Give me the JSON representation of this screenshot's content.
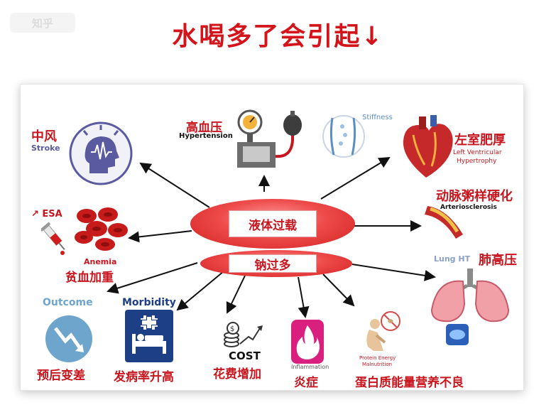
{
  "watermark": "知乎",
  "title": "水喝多了会引起↓",
  "center": {
    "fluid_overload": "液体过载",
    "sodium_excess": "钠过多"
  },
  "nodes": {
    "stroke": {
      "zh": "中风",
      "en": "Stroke"
    },
    "hypertension": {
      "zh": "高血压",
      "en": "Hypertension"
    },
    "stiffness": {
      "en": "Stiffness"
    },
    "lvh": {
      "zh": "左室肥厚",
      "en1": "Left Ventricular",
      "en2": "Hypertrophy"
    },
    "arterio": {
      "zh": "动脉粥样硬化",
      "en": "Arteriosclerosis"
    },
    "esa": {
      "en": "ESA"
    },
    "anemia": {
      "zh": "贫血加重",
      "en": "Anemia"
    },
    "lung_ht": {
      "zh": "肺高压",
      "en": "Lung HT"
    },
    "outcome": {
      "zh": "预后变差",
      "en": "Outcome"
    },
    "morbidity": {
      "zh": "发病率升高",
      "en": "Morbidity"
    },
    "cost": {
      "zh": "花费增加",
      "en": "COST"
    },
    "inflammation": {
      "zh": "炎症",
      "en": "Inflammation"
    },
    "pem": {
      "zh": "蛋白质能量营养不良",
      "en1": "Protein Energy",
      "en2": "Malnutrition"
    }
  },
  "colors": {
    "red": "#d4141b",
    "blue": "#1d3f86",
    "purple": "#5a5aa0",
    "outcome_blue": "#6ea5cc"
  }
}
